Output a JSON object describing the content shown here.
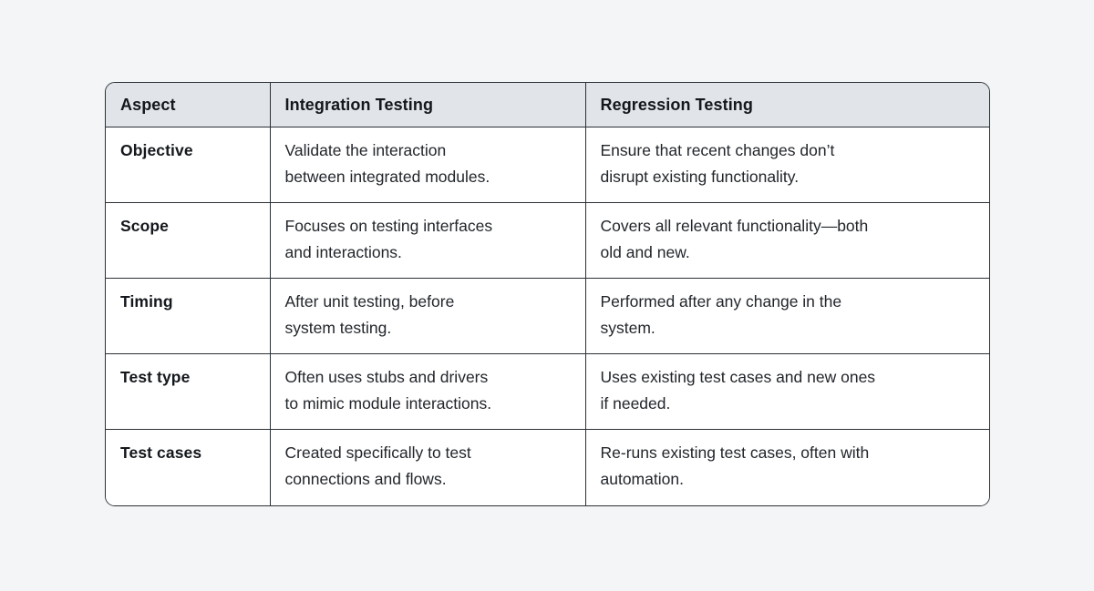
{
  "colors": {
    "page_background": "#f3f5f6",
    "header_background": "#e1e4e8",
    "cell_background": "#ffffff",
    "border": "#2b3137",
    "text": "#14181c"
  },
  "table": {
    "columns": [
      {
        "label": "Aspect"
      },
      {
        "label": "Integration Testing"
      },
      {
        "label": "Regression Testing"
      }
    ],
    "rows": [
      {
        "aspect": "Objective",
        "integration": "Validate the interaction\nbetween integrated modules.",
        "regression": "Ensure that recent changes don’t\ndisrupt existing functionality."
      },
      {
        "aspect": "Scope",
        "integration": "Focuses on testing interfaces\nand interactions.",
        "regression": "Covers all relevant functionality—both\nold and new."
      },
      {
        "aspect": "Timing",
        "integration": "After unit testing, before\nsystem testing.",
        "regression": "Performed after any change in the\nsystem."
      },
      {
        "aspect": "Test type",
        "integration": "Often uses stubs and drivers\nto mimic module interactions.",
        "regression": "Uses existing test cases and new ones\nif needed."
      },
      {
        "aspect": "Test cases",
        "integration": "Created specifically to test\nconnections and flows.",
        "regression": "Re-runs existing test cases, often with\nautomation."
      }
    ]
  }
}
